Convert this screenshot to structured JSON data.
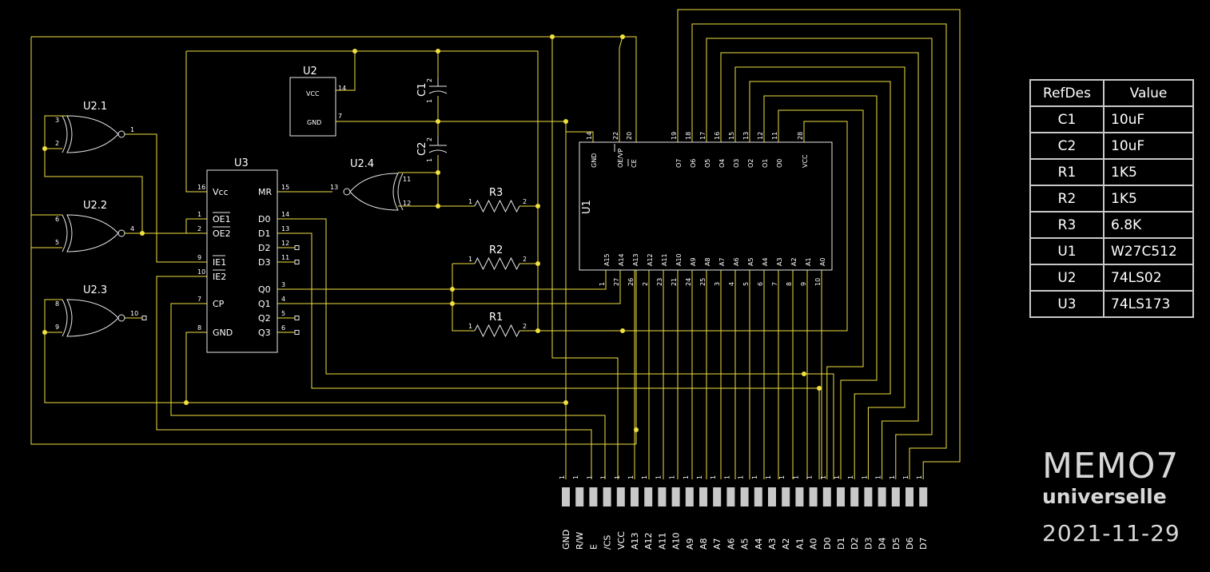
{
  "components": {
    "u2": {
      "ref": "U2",
      "vcc": "VCC",
      "gnd": "GND",
      "pin_vcc": "14",
      "pin_gnd": "7"
    },
    "u3": {
      "ref": "U3",
      "left": [
        "Vcc",
        "OE1",
        "OE2",
        "IE1",
        "IE2",
        "CP",
        "GND"
      ],
      "left_pins": [
        "16",
        "1",
        "2",
        "9",
        "10",
        "7",
        "8"
      ],
      "right": [
        "MR",
        "D0",
        "D1",
        "D2",
        "D3",
        "Q0",
        "Q1",
        "Q2",
        "Q3"
      ],
      "right_pins": [
        "15",
        "14",
        "13",
        "12",
        "11",
        "3",
        "4",
        "5",
        "6"
      ]
    },
    "u1": {
      "ref": "U1",
      "top_labels": [
        "GND",
        "OE/VP",
        "CE",
        "O7",
        "O6",
        "O5",
        "O4",
        "O3",
        "O2",
        "O1",
        "O0",
        "VCC"
      ],
      "top_pins": [
        "14",
        "22",
        "20",
        "19",
        "18",
        "17",
        "16",
        "15",
        "13",
        "12",
        "11",
        "28"
      ],
      "bottom_labels": [
        "A15",
        "A14",
        "A13",
        "A12",
        "A11",
        "A10",
        "A9",
        "A8",
        "A7",
        "A6",
        "A5",
        "A4",
        "A3",
        "A2",
        "A1",
        "A0"
      ],
      "bottom_pins": [
        "1",
        "27",
        "26",
        "2",
        "23",
        "21",
        "24",
        "25",
        "3",
        "4",
        "5",
        "6",
        "7",
        "8",
        "9",
        "10"
      ]
    },
    "gates": [
      {
        "ref": "U2.1",
        "in_a": "3",
        "in_b": "2",
        "out": "1"
      },
      {
        "ref": "U2.2",
        "in_a": "6",
        "in_b": "5",
        "out": "4"
      },
      {
        "ref": "U2.3",
        "in_a": "8",
        "in_b": "9",
        "out": "10"
      },
      {
        "ref": "U2.4",
        "in_a": "11",
        "in_b": "12",
        "out": "13"
      }
    ],
    "caps": [
      {
        "ref": "C1",
        "p2": "2",
        "p1": "1"
      },
      {
        "ref": "C2",
        "p2": "2",
        "p1": "1"
      }
    ],
    "resistors": [
      {
        "ref": "R3",
        "p1": "1",
        "p2": "2"
      },
      {
        "ref": "R2",
        "p1": "1",
        "p2": "2"
      },
      {
        "ref": "R1",
        "p1": "1",
        "p2": "2"
      }
    ]
  },
  "connector": {
    "pin_number": "1",
    "labels": [
      "GND",
      "R/W",
      "E",
      "/CS",
      "VCC",
      "A13",
      "A12",
      "A11",
      "A10",
      "A9",
      "A8",
      "A7",
      "A6",
      "A5",
      "A4",
      "A3",
      "A2",
      "A1",
      "A0",
      "D0",
      "D1",
      "D2",
      "D3",
      "D4",
      "D5",
      "D6",
      "D7"
    ]
  },
  "bom": {
    "headers": [
      "RefDes",
      "Value"
    ],
    "rows": [
      [
        "C1",
        "10uF"
      ],
      [
        "C2",
        "10uF"
      ],
      [
        "R1",
        "1K5"
      ],
      [
        "R2",
        "1K5"
      ],
      [
        "R3",
        "6.8K"
      ],
      [
        "U1",
        "W27C512"
      ],
      [
        "U2",
        "74LS02"
      ],
      [
        "U3",
        "74LS173"
      ]
    ]
  },
  "title_block": {
    "name": "MEMO7",
    "subtitle": "universelle",
    "date": "2021-11-29"
  }
}
